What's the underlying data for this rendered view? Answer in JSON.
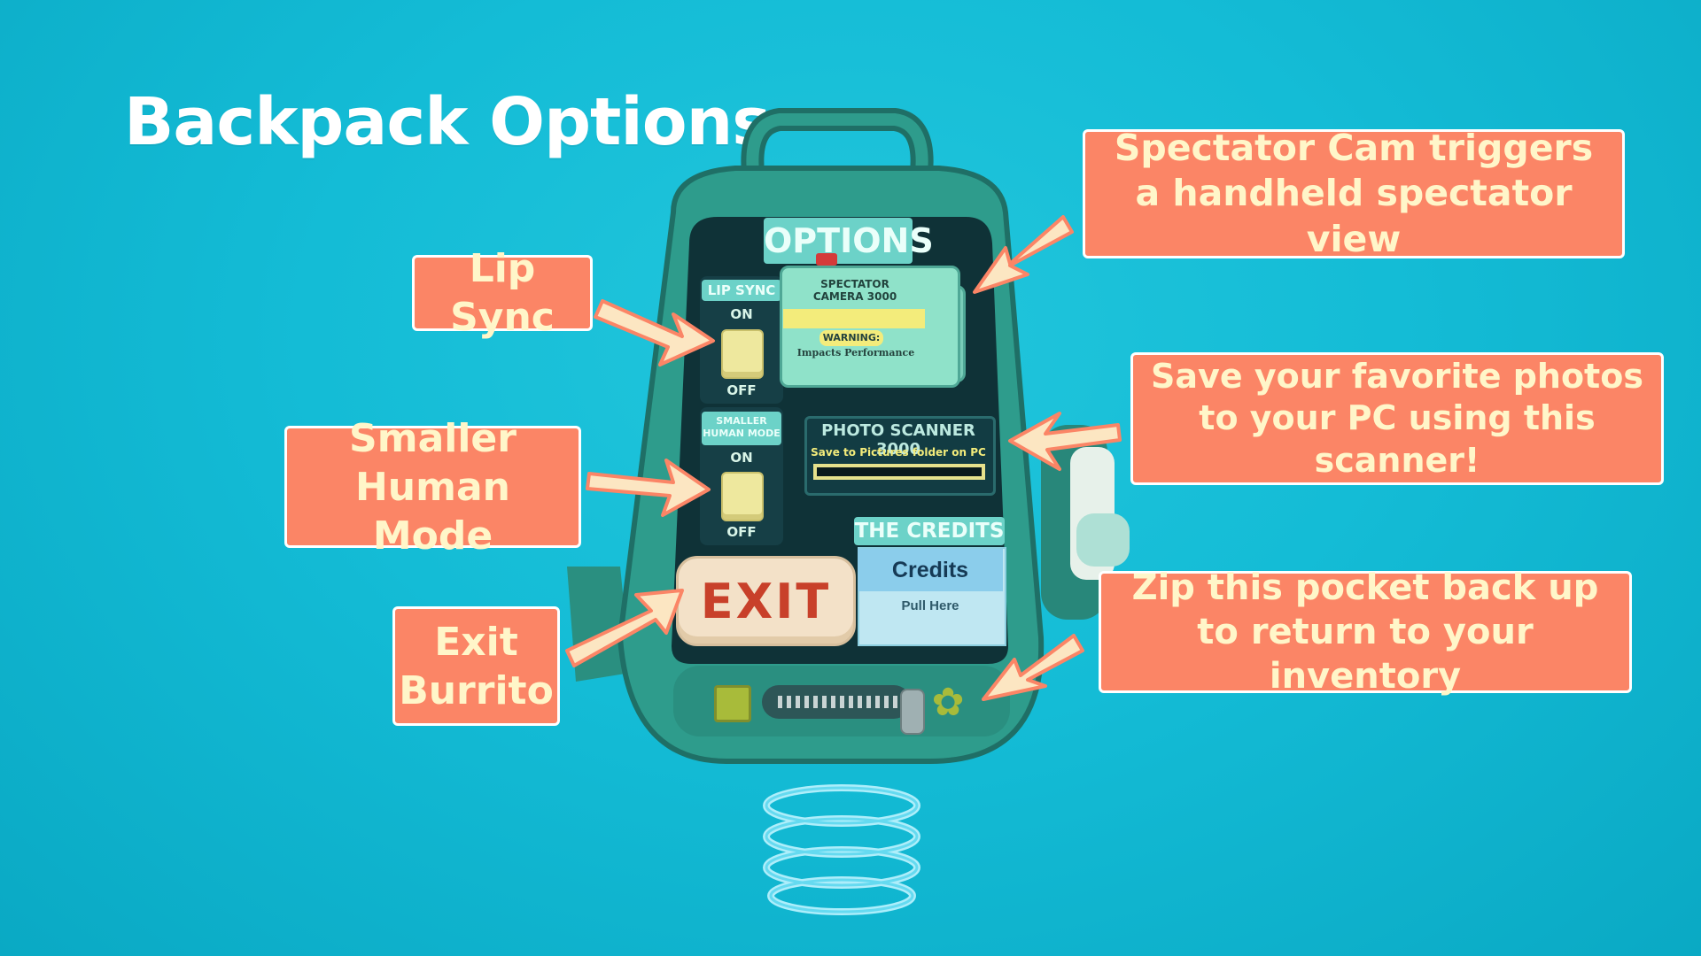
{
  "title": "Backpack Options",
  "callouts": {
    "lip_sync": "Lip Sync",
    "smaller_human": "Smaller Human Mode",
    "exit": "Exit Burrito",
    "spectator": "Spectator Cam triggers a handheld spectator view",
    "save_photos": "Save your favorite photos to your PC using this scanner!",
    "zip": "Zip this pocket back up to return to your inventory"
  },
  "backpack": {
    "options_label": "OPTIONS",
    "lip_sync": {
      "label": "LIP SYNC",
      "on": "ON",
      "off": "OFF"
    },
    "smaller_human": {
      "label": "SMALLER HUMAN MODE",
      "on": "ON",
      "off": "OFF"
    },
    "spectator_camera": {
      "title": "SPECTATOR CAMERA 3000",
      "warning": "WARNING:",
      "note": "Impacts Performance"
    },
    "photo_scanner": {
      "title": "PHOTO SCANNER 3000",
      "subtitle": "Save to Pictures folder on PC"
    },
    "credits": {
      "label": "THE CREDITS",
      "heading": "Credits",
      "sub": "Pull Here"
    },
    "exit_label": "EXIT"
  },
  "colors": {
    "background": "#14bcd6",
    "callout": "#fb8566",
    "callout_text": "#fff6c9",
    "backpack": "#2e9c8c",
    "panel": "#163f46",
    "arrow_fill": "#fce6c2",
    "arrow_stroke": "#fb8566"
  }
}
